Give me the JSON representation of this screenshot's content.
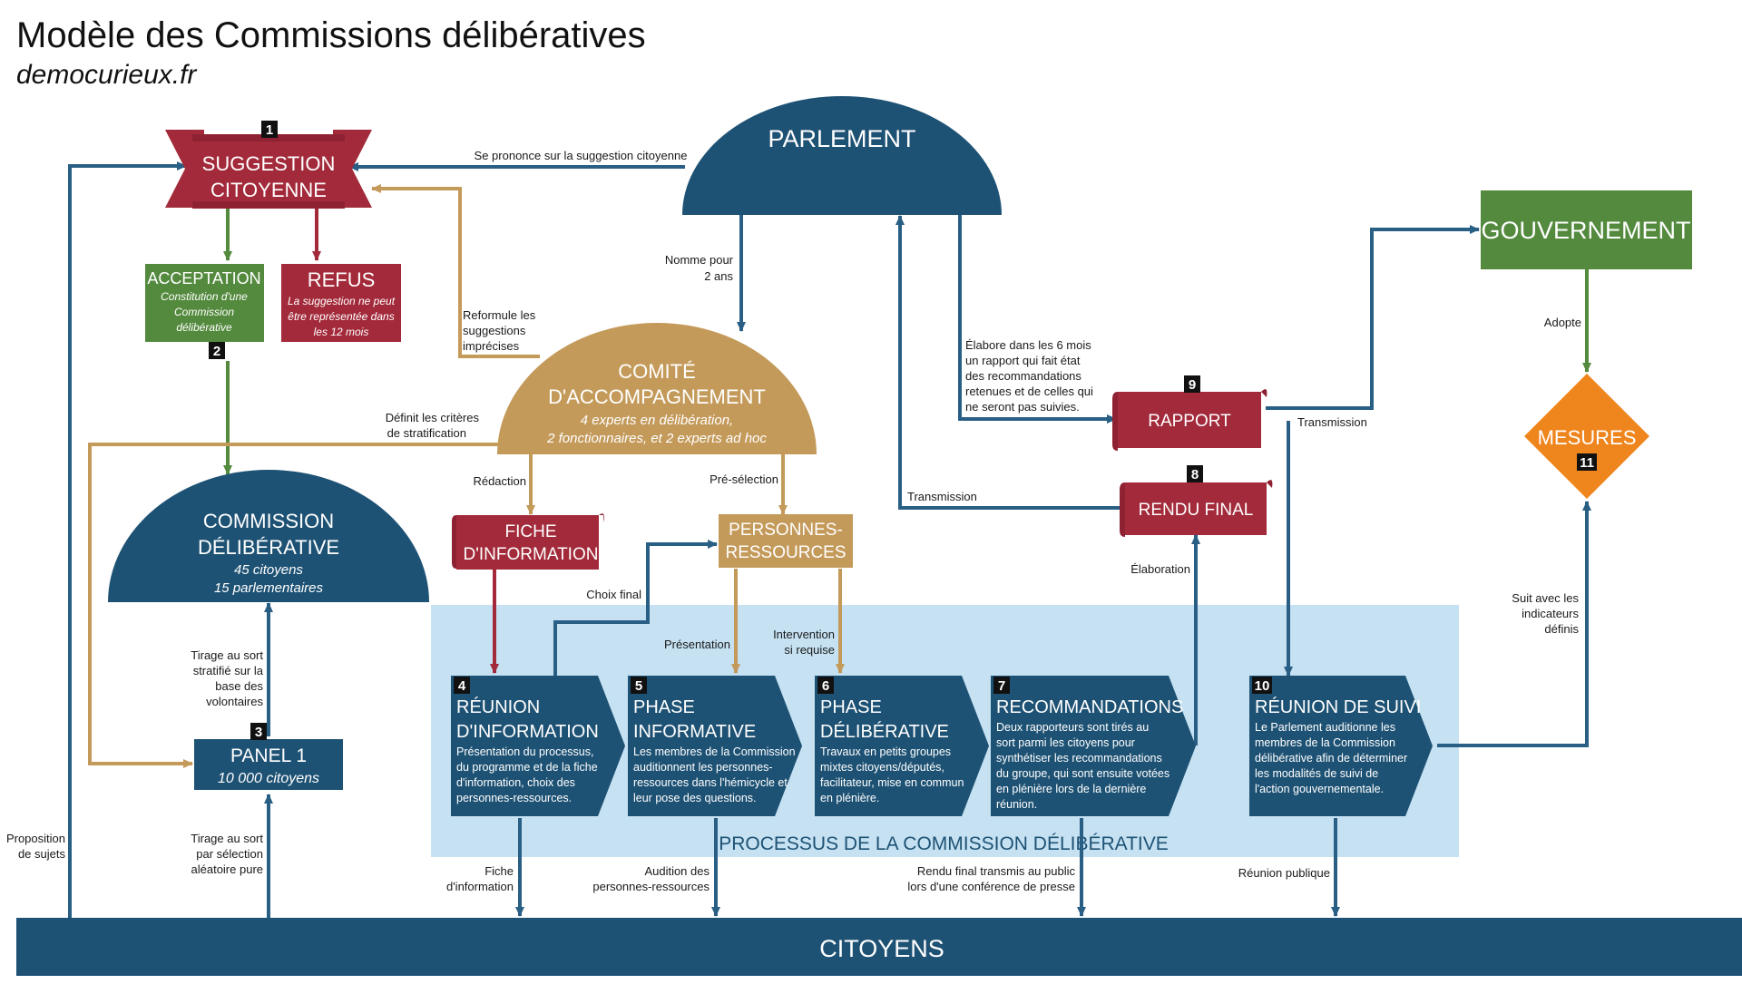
{
  "title": "Modèle des Commissions délibératives",
  "subtitle": "democurieux.fr",
  "colors": {
    "blue": "#1e5274",
    "red": "#a32a3a",
    "gold": "#c49a5a",
    "green": "#548a3e",
    "orange": "#ef851d",
    "lightblue": "#c5e1f2",
    "arrow_blue": "#2a5f85"
  },
  "nodes": {
    "suggestion": {
      "num": "1",
      "line1": "SUGGESTION",
      "line2": "CITOYENNE"
    },
    "acceptation": {
      "title": "ACCEPTATION",
      "desc1": "Constitution d'une",
      "desc2": "Commission",
      "desc3": "délibérative",
      "num": "2"
    },
    "refus": {
      "title": "REFUS",
      "desc1": "La suggestion ne peut",
      "desc2": "être représentée dans",
      "desc3": "les 12 mois"
    },
    "parlement": {
      "title": "PARLEMENT"
    },
    "gouvernement": {
      "title": "GOUVERNEMENT"
    },
    "comite": {
      "line1": "COMITÉ",
      "line2": "D'ACCOMPAGNEMENT",
      "desc1": "4 experts en délibération,",
      "desc2": "2 fonctionnaires, et 2 experts ad hoc"
    },
    "commission": {
      "line1": "COMMISSION",
      "line2": "DÉLIBÉRATIVE",
      "desc1": "45 citoyens",
      "desc2": "15 parlementaires"
    },
    "panel": {
      "num": "3",
      "title": "PANEL 1",
      "desc": "10 000 citoyens"
    },
    "fiche": {
      "line1": "FICHE",
      "line2": "D'INFORMATION"
    },
    "personnes": {
      "line1": "PERSONNES-",
      "line2": "RESSOURCES"
    },
    "rapport": {
      "num": "9",
      "title": "RAPPORT"
    },
    "rendu": {
      "num": "8",
      "title": "RENDU FINAL"
    },
    "mesures": {
      "title": "MESURES",
      "num": "11"
    },
    "citoyens": {
      "title": "CITOYENS"
    },
    "process_label": "PROCESSUS DE LA COMMISSION DÉLIBÉRATIVE"
  },
  "steps": [
    {
      "num": "4",
      "title1": "RÉUNION",
      "title2": "D'INFORMATION",
      "lines": [
        "Présentation du processus,",
        "du programme et de la fiche",
        "d'information, choix des",
        "personnes-ressources."
      ]
    },
    {
      "num": "5",
      "title1": "PHASE",
      "title2": "INFORMATIVE",
      "lines": [
        "Les membres de la Commission",
        "auditionnent les personnes-",
        "ressources dans l'hémicycle et",
        "leur pose des questions."
      ]
    },
    {
      "num": "6",
      "title1": "PHASE",
      "title2": "DÉLIBÉRATIVE",
      "lines": [
        "Travaux en petits groupes",
        "mixtes citoyens/députés,",
        "facilitateur, mise en commun",
        "en plénière."
      ]
    },
    {
      "num": "7",
      "title1": "RECOMMANDATIONS",
      "title2": "",
      "lines": [
        "Deux rapporteurs sont tirés au",
        "sort parmi les citoyens pour",
        "synthétiser les recommandations",
        "du groupe, qui sont ensuite votées",
        "en plénière lors de la dernière",
        "réunion."
      ]
    },
    {
      "num": "10",
      "title1": "RÉUNION DE SUIVI",
      "title2": "",
      "lines": [
        "Le Parlement auditionne les",
        "membres de la Commission",
        "délibérative afin de déterminer",
        "les modalités de suivi de",
        "l'action gouvernementale."
      ]
    }
  ],
  "labels": {
    "se_prononce": "Se prononce sur la suggestion citoyenne",
    "nomme": [
      "Nomme pour",
      "2 ans"
    ],
    "reformule": [
      "Reformule les",
      "suggestions",
      "imprécises"
    ],
    "definit": [
      "Définit les critères",
      "de stratification"
    ],
    "redaction": "Rédaction",
    "preselection": "Pré-sélection",
    "choix_final": "Choix final",
    "presentation": "Présentation",
    "intervention": [
      "Intervention",
      "si requise"
    ],
    "tirage_stratifie": [
      "Tirage au sort",
      "stratifié sur la",
      "base des",
      "volontaires"
    ],
    "tirage_pure": [
      "Tirage au sort",
      "par sélection",
      "aléatoire pure"
    ],
    "proposition": [
      "Proposition",
      "de sujets"
    ],
    "fiche_info": [
      "Fiche",
      "d'information"
    ],
    "audition": [
      "Audition des",
      "personnes-ressources"
    ],
    "rendu_transmis": [
      "Rendu final transmis au public",
      "lors d'une conférence de presse"
    ],
    "reunion_publique": "Réunion publique",
    "elabore": [
      "Élabore dans les 6 mois",
      "un rapport qui fait état",
      "des recommandations",
      "retenues et de celles qui",
      "ne seront pas suivies."
    ],
    "transmission_parl": "Transmission",
    "transmission_gouv": "Transmission",
    "elaboration": "Élaboration",
    "adopte": "Adopte",
    "suit": [
      "Suit avec les",
      "indicateurs",
      "définis"
    ]
  }
}
